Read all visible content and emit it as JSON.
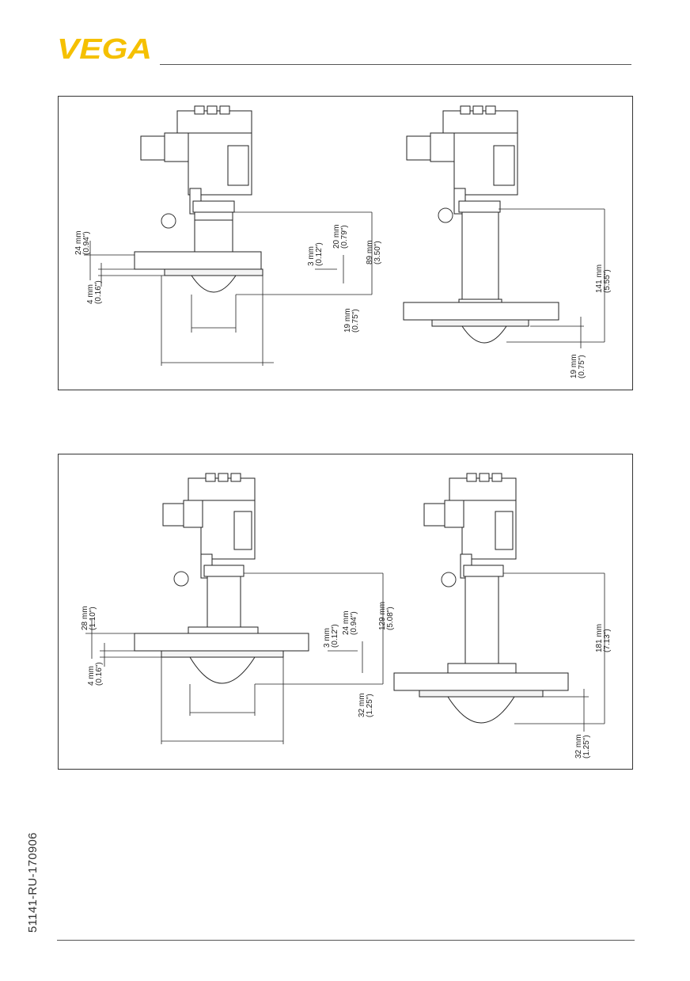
{
  "header": {
    "brand": "VEGA",
    "brand_color": "#f5c000"
  },
  "footer": {
    "doc_id": "51141-RU-170906"
  },
  "panel1": {
    "left_device": {
      "dim_24": "24 mm",
      "dim_24_in": "(0.94\")",
      "dim_4": "4 mm",
      "dim_4_in": "(0.16\")",
      "dim_3": "3 mm",
      "dim_3_in": "(0.12\")",
      "dim_20": "20 mm",
      "dim_20_in": "(0.79\")",
      "dim_89": "89 mm",
      "dim_89_in": "(3.50\")",
      "dim_19": "19 mm",
      "dim_19_in": "(0.75\")"
    },
    "right_device": {
      "dim_141": "141 mm",
      "dim_141_in": "(5.55\")",
      "dim_19": "19 mm",
      "dim_19_in": "(0.75\")"
    }
  },
  "panel2": {
    "left_device": {
      "dim_28": "28 mm",
      "dim_28_in": "(1.10\")",
      "dim_4": "4 mm",
      "dim_4_in": "(0.16\")",
      "dim_3": "3 mm",
      "dim_3_in": "(0.12\")",
      "dim_24": "24 mm",
      "dim_24_in": "(0.94\")",
      "dim_129": "129 mm",
      "dim_129_in": "(5.08\")",
      "dim_32": "32 mm",
      "dim_32_in": "(1.25\")"
    },
    "right_device": {
      "dim_181": "181 mm",
      "dim_181_in": "(7.13\")",
      "dim_32": "32 mm",
      "dim_32_in": "(1.25\")"
    }
  }
}
